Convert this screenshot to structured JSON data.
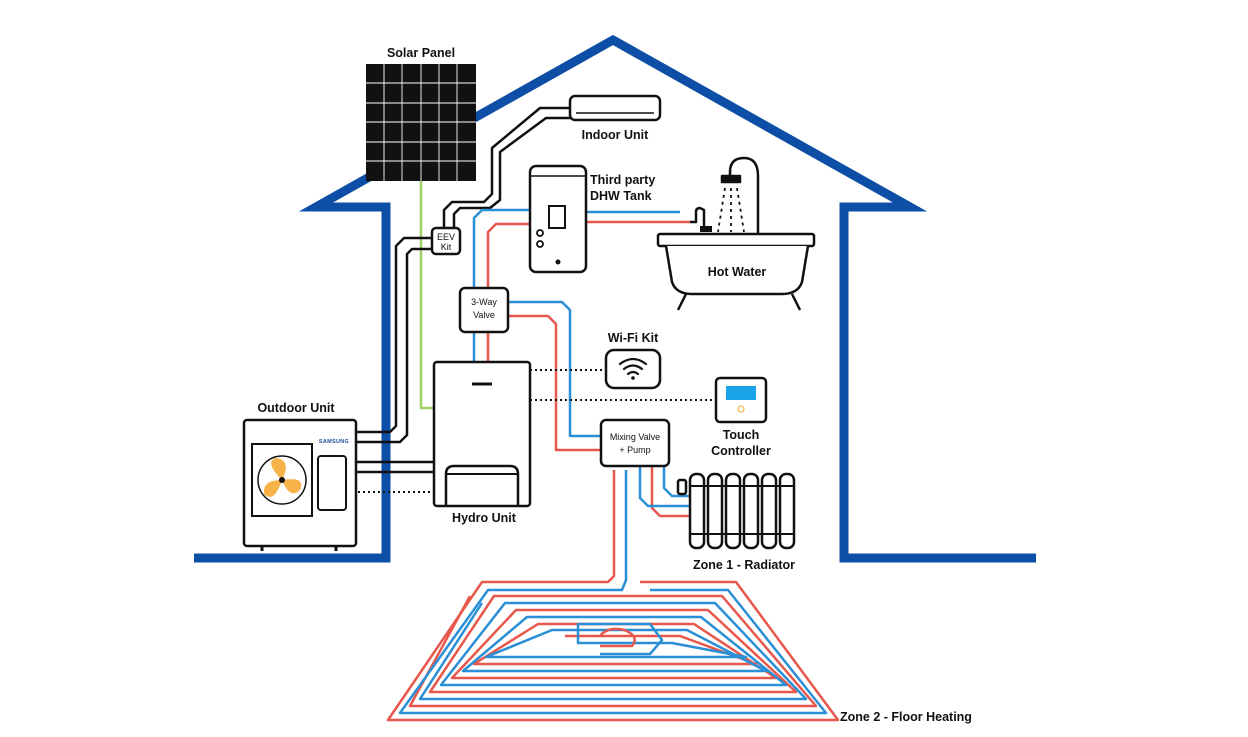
{
  "labels": {
    "solar_panel": "Solar Panel",
    "indoor_unit": "Indoor Unit",
    "dhw_tank_line1": "Third party",
    "dhw_tank_line2": "DHW Tank",
    "hot_water": "Hot Water",
    "eev_kit_line1": "EEV",
    "eev_kit_line2": "Kit",
    "three_way_valve_line1": "3-Way",
    "three_way_valve_line2": "Valve",
    "wifi_kit": "Wi-Fi Kit",
    "touch_controller_line1": "Touch",
    "touch_controller_line2": "Controller",
    "outdoor_unit": "Outdoor Unit",
    "outdoor_brand": "SAMSUNG",
    "hydro_unit": "Hydro Unit",
    "mixing_valve_line1": "Mixing Valve",
    "mixing_valve_line2": "+ Pump",
    "zone1": "Zone 1 - Radiator",
    "zone2": "Zone 2 - Floor Heating"
  },
  "colors": {
    "house_outline": "#0d4ea6",
    "hot_pipe": "#e8574b",
    "cold_pipe": "#2a8fd6",
    "solar_wire": "#9fd066",
    "refrigerant_line": "#111111",
    "fan_blade": "#f7b24a",
    "controller_screen": "#1aa3e8"
  }
}
